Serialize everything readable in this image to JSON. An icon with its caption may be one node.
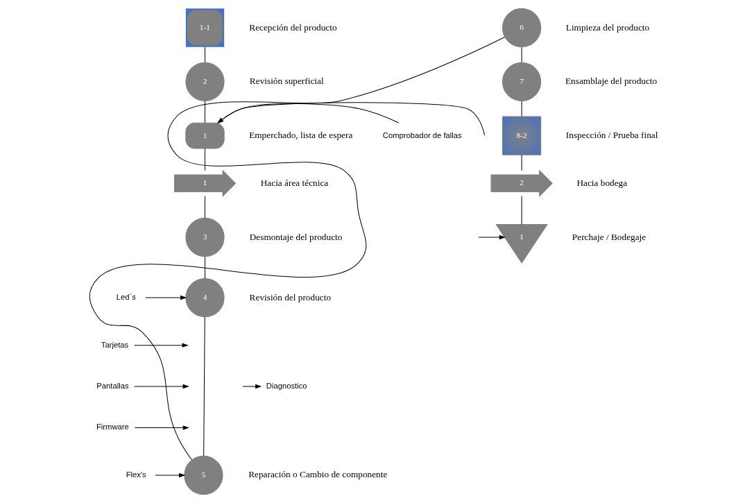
{
  "diagram": {
    "nodes": [
      {
        "text": [
          "1-1"
        ],
        "beside": [
          "Recepción del producto"
        ]
      },
      {
        "text": [
          "2"
        ],
        "beside": [
          "Revisión superficial"
        ]
      },
      {
        "text": [
          "Comprobador de fallas"
        ]
      },
      {
        "text": [
          "1"
        ],
        "beside": [
          "Emperchado, lista de espera"
        ]
      },
      {
        "text": [
          "1"
        ],
        "beside": [
          "Hacia área técnica"
        ]
      },
      {
        "text": [
          "3"
        ],
        "beside": [
          "Desmontaje del producto"
        ]
      },
      {
        "text": [
          "4"
        ],
        "beside": [
          "Revisión del producto"
        ]
      },
      {
        "text": [
          "Led´s"
        ]
      },
      {
        "text": [
          "Tarjetas"
        ]
      },
      {
        "text": [
          "Pantallas"
        ]
      },
      {
        "text": [
          "Firmware"
        ]
      },
      {
        "text": [
          "Flex's"
        ]
      },
      {
        "text": [
          "Diagnostico"
        ]
      },
      {
        "text": [
          "5"
        ],
        "beside": [
          "Reparación o Cambio de componente"
        ]
      },
      {
        "text": [
          "6"
        ],
        "beside": [
          "Limpieza del producto"
        ]
      },
      {
        "text": [
          "7"
        ],
        "beside": [
          "Ensamblaje del producto"
        ]
      },
      {
        "text": [
          "8-2"
        ],
        "beside": [
          "Inspección / Prueba final"
        ]
      },
      {
        "text": [
          "2"
        ],
        "beside": [
          "Hacia bodega"
        ]
      },
      {
        "text": [
          "1"
        ],
        "beside": [
          "Perchaje / Bodegaje"
        ]
      }
    ],
    "edges": [
      {
        "from": 0,
        "to": 1,
        "arrow": "none"
      },
      {
        "from": 2,
        "to": 3,
        "arrow": "to"
      },
      {
        "from": null,
        "to": 3,
        "arrow": "to"
      },
      {
        "from": 1,
        "to": 3,
        "arrow": "none"
      },
      {
        "from": 3,
        "to": 4,
        "arrow": "none"
      },
      {
        "from": 4,
        "to": 5,
        "arrow": "none"
      },
      {
        "from": 5,
        "to": 6,
        "arrow": "none"
      },
      {
        "from": 7,
        "to": 6,
        "arrow": "to"
      },
      {
        "from": 8,
        "to": null,
        "arrow": "to"
      },
      {
        "from": 9,
        "to": null,
        "arrow": "to"
      },
      {
        "from": 10,
        "to": null,
        "arrow": "to"
      },
      {
        "from": null,
        "to": 12,
        "arrow": "to"
      },
      {
        "from": 11,
        "to": 13,
        "arrow": "to"
      },
      {
        "from": 6,
        "to": 13,
        "arrow": "none"
      },
      {
        "from": 13,
        "to": 14,
        "arrow": "none"
      },
      {
        "from": 14,
        "to": 15,
        "arrow": "none"
      },
      {
        "from": 15,
        "to": 16,
        "arrow": "none"
      },
      {
        "from": 16,
        "to": 17,
        "arrow": "none"
      },
      {
        "from": 17,
        "to": 18,
        "arrow": "none"
      },
      {
        "from": null,
        "to": 18,
        "arrow": "to"
      }
    ]
  }
}
